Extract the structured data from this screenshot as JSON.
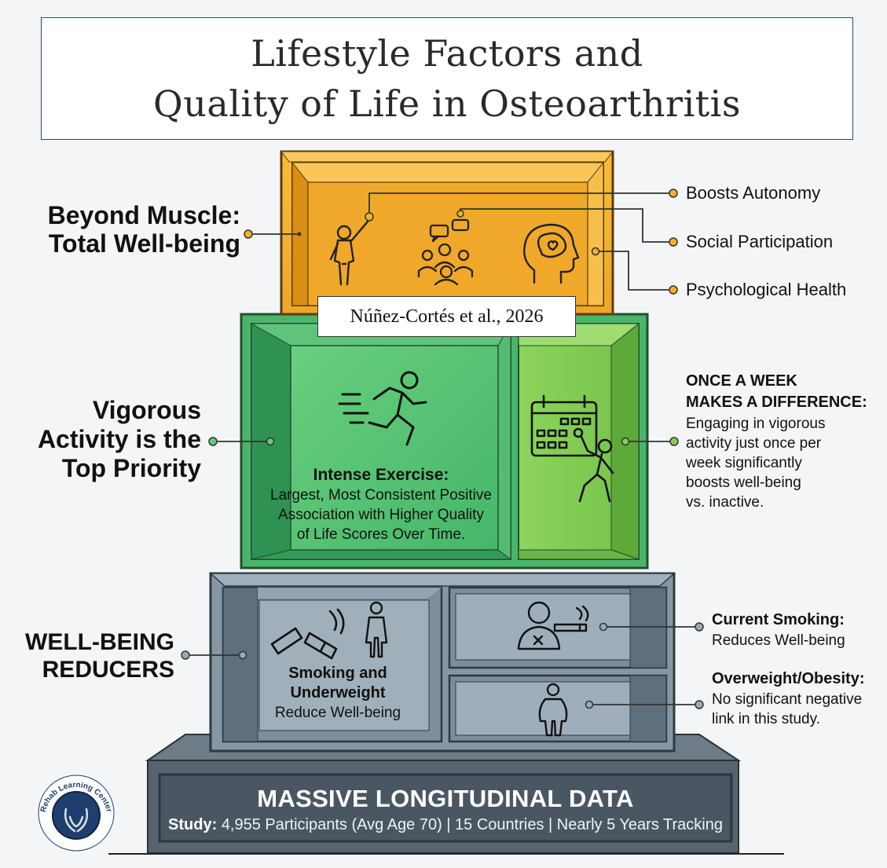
{
  "title": {
    "line1": "Lifestyle Factors and",
    "line2": "Quality of Life in Osteoarthritis"
  },
  "citation": "Núñez-Cortés et al., 2026",
  "top_level": {
    "side_heading_line1": "Beyond Muscle:",
    "side_heading_line2": "Total Well-being",
    "icons": [
      "raised-arm-person-icon",
      "group-discussion-icon",
      "brain-heart-icon"
    ],
    "callouts": [
      "Boosts Autonomy",
      "Social Participation",
      "Psychological Health"
    ],
    "color": "#f0a92a"
  },
  "middle_level": {
    "side_heading_line1": "Vigorous",
    "side_heading_line2": "Activity is the",
    "side_heading_line3": "Top Priority",
    "main_title": "Intense Exercise:",
    "main_line1": "Largest, Most Consistent Positive",
    "main_line2": "Association with Higher Quality",
    "main_line3": "of Life Scores Over Time.",
    "right_heading_line1": "ONCE A WEEK",
    "right_heading_line2": "MAKES A DIFFERENCE:",
    "right_text_line1": "Engaging in vigorous",
    "right_text_line2": "activity just once per",
    "right_text_line3": "week significantly",
    "right_text_line4": "boosts well-being",
    "right_text_line5": "vs. inactive.",
    "icons": [
      "running-person-icon",
      "calendar-person-icon"
    ],
    "color": "#5ec46e"
  },
  "lower_level": {
    "side_heading_line1": "WELL-BEING",
    "side_heading_line2": "REDUCERS",
    "main_line1": "Smoking and",
    "main_line2": "Underweight",
    "main_line3": "Reduce Well-being",
    "smoking_heading": "Current Smoking:",
    "smoking_text": "Reduces Well-being",
    "obesity_heading": "Overweight/Obesity:",
    "obesity_text_line1": "No significant negative",
    "obesity_text_line2": "link in this study.",
    "icons": [
      "broken-cigarette-icon",
      "thin-person-icon",
      "no-smoking-person-icon",
      "heavy-person-icon"
    ],
    "color": "#7f929f"
  },
  "base": {
    "title": "MASSIVE LONGITUDINAL DATA",
    "study_label": "Study:",
    "study_text": "4,955 Participants (Avg Age 70) | 15 Countries | Nearly 5 Years Tracking",
    "color": "#4f5d68"
  },
  "logo": {
    "text": "Rehab Learning Center",
    "icon": "caring-hands-icon"
  }
}
